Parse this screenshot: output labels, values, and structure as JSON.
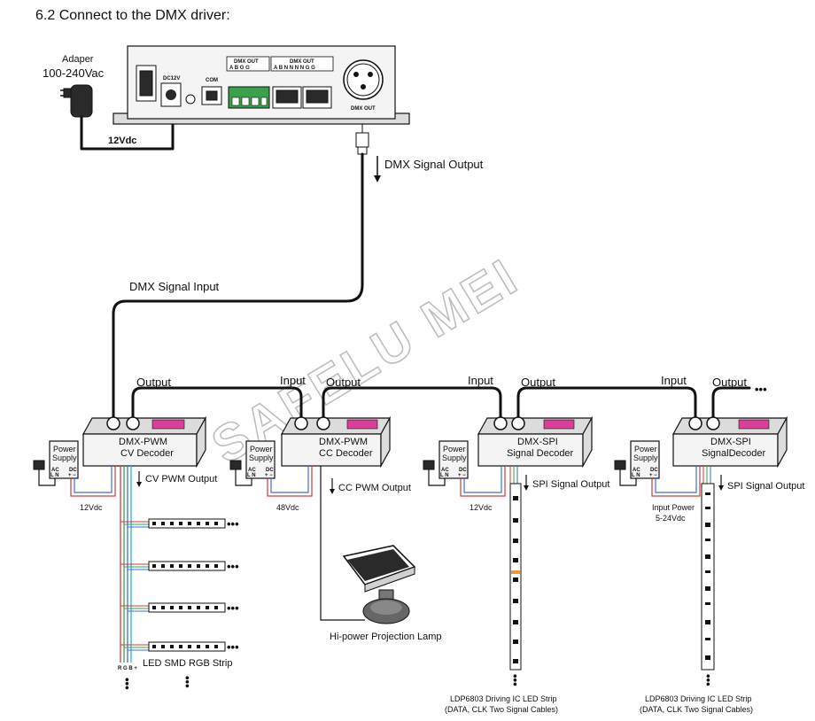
{
  "title": "6.2 Connect to the DMX driver:",
  "adapter": {
    "label1": "Adaper",
    "label2": "100-240Vac",
    "voltage": "12Vdc"
  },
  "driver": {
    "dc_label": "DC12V",
    "com_label": "COM",
    "dmx_out_terminal_title": "DMX OUT",
    "dmx_out_terminal_pins": "A  B  G  G",
    "dmx_out_rj45_title": "DMX OUT",
    "dmx_out_rj45_pins": "A B N N N N G G",
    "xlr_label": "DMX OUT",
    "signal_output": "DMX Signal Output"
  },
  "dmx_signal_input": "DMX Signal Input",
  "watermark": "SAFELU MEI",
  "link_labels": [
    "Output",
    "Input",
    "Output",
    "Input",
    "Output",
    "Input",
    "Output"
  ],
  "ellipsis": "•••",
  "power_supply_label": [
    "Power",
    "Supply"
  ],
  "psu_terminals": {
    "ac": "AC",
    "dc": "DC",
    "ac_pins": "L  N",
    "dc_pins": "+  −"
  },
  "decoders": [
    {
      "line1": "DMX-PWM",
      "line2": "CV Decoder",
      "output": "CV PWM Output",
      "psu_voltage": "12Vdc"
    },
    {
      "line1": "DMX-PWM",
      "line2": "CC Decoder",
      "output": "CC PWM Output",
      "psu_voltage": "48Vdc"
    },
    {
      "line1": "DMX-SPI",
      "line2": "Signal Decoder",
      "output": "SPI Signal Output",
      "psu_voltage": "12Vdc"
    },
    {
      "line1": "DMX-SPI",
      "line2": "SignalDecoder",
      "output": "SPI Signal Output",
      "psu_voltage_line1": "Input Power",
      "psu_voltage_line2": "5-24Vdc"
    }
  ],
  "strip_label": "LED SMD RGB Strip",
  "rgb_label": "R G B +",
  "lamp_label": "Hi-power Projection Lamp",
  "ldp_label_line1": "LDP6803 Driving IC LED Strip",
  "ldp_label_line2": "(DATA, CLK Two Signal Cables)",
  "colors": {
    "red": "#d23b3b",
    "green": "#3aa04a",
    "blue": "#3a6fd8",
    "pink": "#d9409a"
  }
}
